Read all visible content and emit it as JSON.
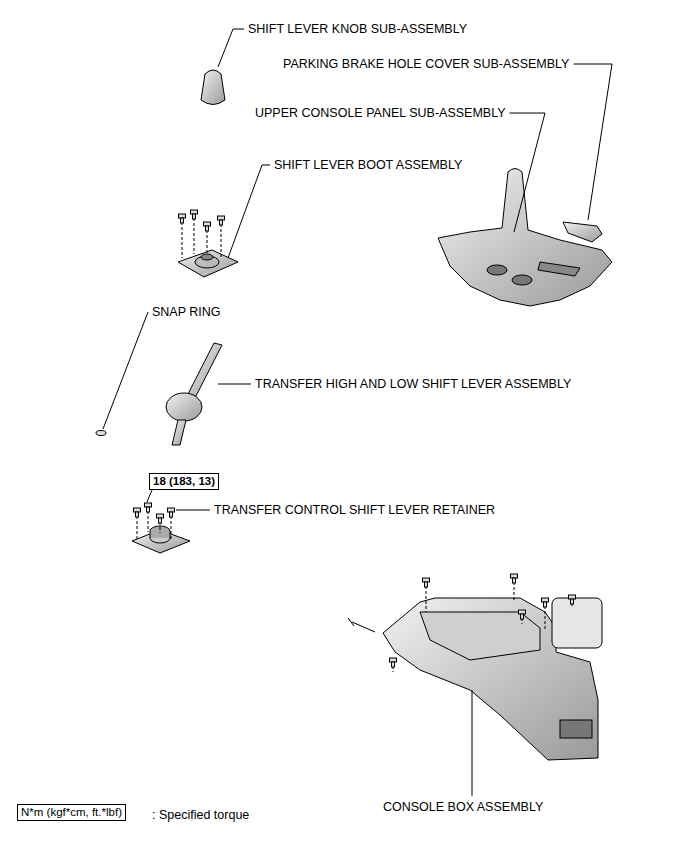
{
  "diagram": {
    "nodes": [
      {
        "text": [
          "18 (183, 13)"
        ]
      },
      {
        "text": [
          "N*m (kgf*cm, ft.*lbf)"
        ]
      }
    ],
    "labels": [
      "SHIFT LEVER KNOB SUB-ASSEMBLY",
      "PARKING BRAKE HOLE COVER SUB-ASSEMBLY",
      "UPPER CONSOLE PANEL SUB-ASSEMBLY",
      "SHIFT LEVER BOOT ASSEMBLY",
      "SNAP RING",
      "TRANSFER HIGH AND LOW SHIFT LEVER ASSEMBLY",
      "TRANSFER CONTROL SHIFT LEVER RETAINER",
      "CONSOLE BOX ASSEMBLY",
      ": Specified torque"
    ]
  }
}
